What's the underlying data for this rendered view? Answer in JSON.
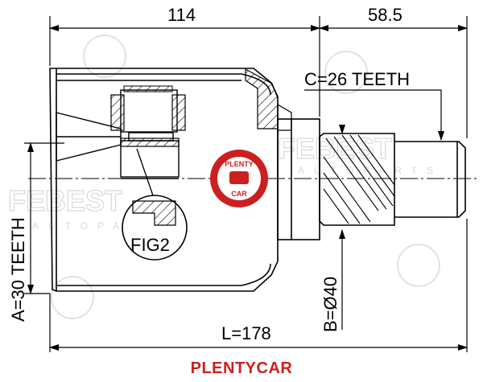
{
  "dimensions": {
    "body_length": "114",
    "stub_length": "58.5",
    "outer_teeth": "C=26 TEETH",
    "inner_teeth": "A=30 TEETH",
    "stub_diameter": "B=Ø40",
    "total_length": "L=178"
  },
  "figure_label": "FIG2",
  "watermark": {
    "brand": "FEBEST",
    "sub": "AUTOPARTS",
    "badge_top": "PLENTY",
    "badge_bottom": "CAR"
  },
  "footer_brand": "PLENTYCAR",
  "colors": {
    "line": "#000000",
    "accent": "#cc1f1f",
    "watermark": "#d9d9d9"
  }
}
